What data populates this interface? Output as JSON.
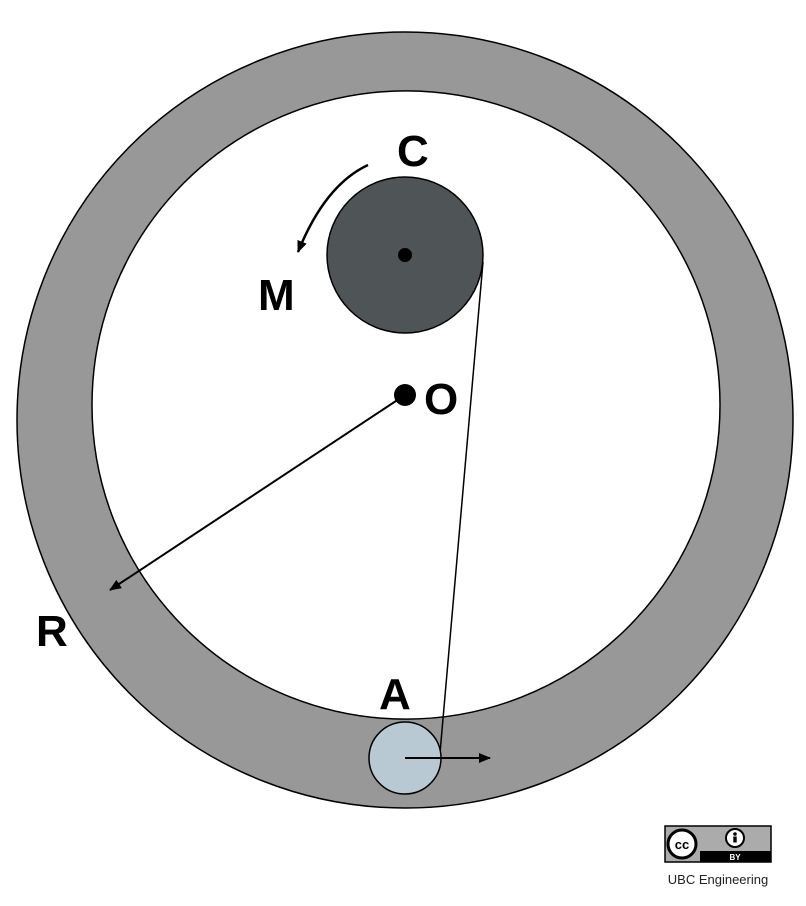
{
  "labels": {
    "C": "C",
    "M": "M",
    "O": "O",
    "R": "R",
    "A": "A"
  },
  "license": {
    "cc": "cc",
    "by": "BY"
  },
  "credit": "UBC Engineering",
  "colors": {
    "ring": "#989898",
    "pulley": "#4f5556",
    "ball": "#b9c9d3",
    "stroke": "#000000"
  },
  "icons": [
    "creative-commons-icon",
    "attribution-person-icon"
  ]
}
